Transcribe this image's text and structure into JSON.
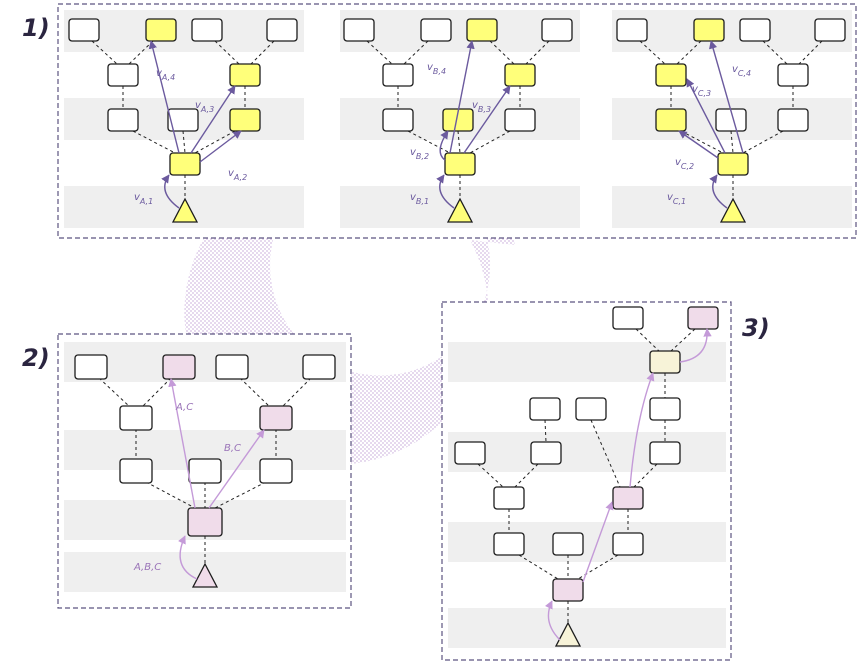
{
  "panels": [
    {
      "number": "1)",
      "trees": [
        {
          "labels": [
            {
              "base": "v",
              "sub": "A,1"
            },
            {
              "base": "v",
              "sub": "A,2"
            },
            {
              "base": "v",
              "sub": "A,3"
            },
            {
              "base": "v",
              "sub": "A,4"
            }
          ]
        },
        {
          "labels": [
            {
              "base": "v",
              "sub": "B,1"
            },
            {
              "base": "v",
              "sub": "B,2"
            },
            {
              "base": "v",
              "sub": "B,3"
            },
            {
              "base": "v",
              "sub": "B,4"
            }
          ]
        },
        {
          "labels": [
            {
              "base": "v",
              "sub": "C,1"
            },
            {
              "base": "v",
              "sub": "C,2"
            },
            {
              "base": "v",
              "sub": "C,3"
            },
            {
              "base": "v",
              "sub": "C,4"
            }
          ]
        }
      ]
    },
    {
      "number": "2)",
      "labels": [
        "A,B,C",
        "A,C",
        "B,C"
      ]
    },
    {
      "number": "3)"
    }
  ],
  "colors": {
    "highlight_yellow": "#ffff7a",
    "node_pink": "#f0dcea",
    "node_pale": "#f7f3d8",
    "edge_purple": "#6b5a9e",
    "arrow_lilac": "#c49ad8",
    "border_dashed": "#5c5380",
    "band_gray": "#efefef",
    "cycle_purple": "#d8c4e6"
  }
}
